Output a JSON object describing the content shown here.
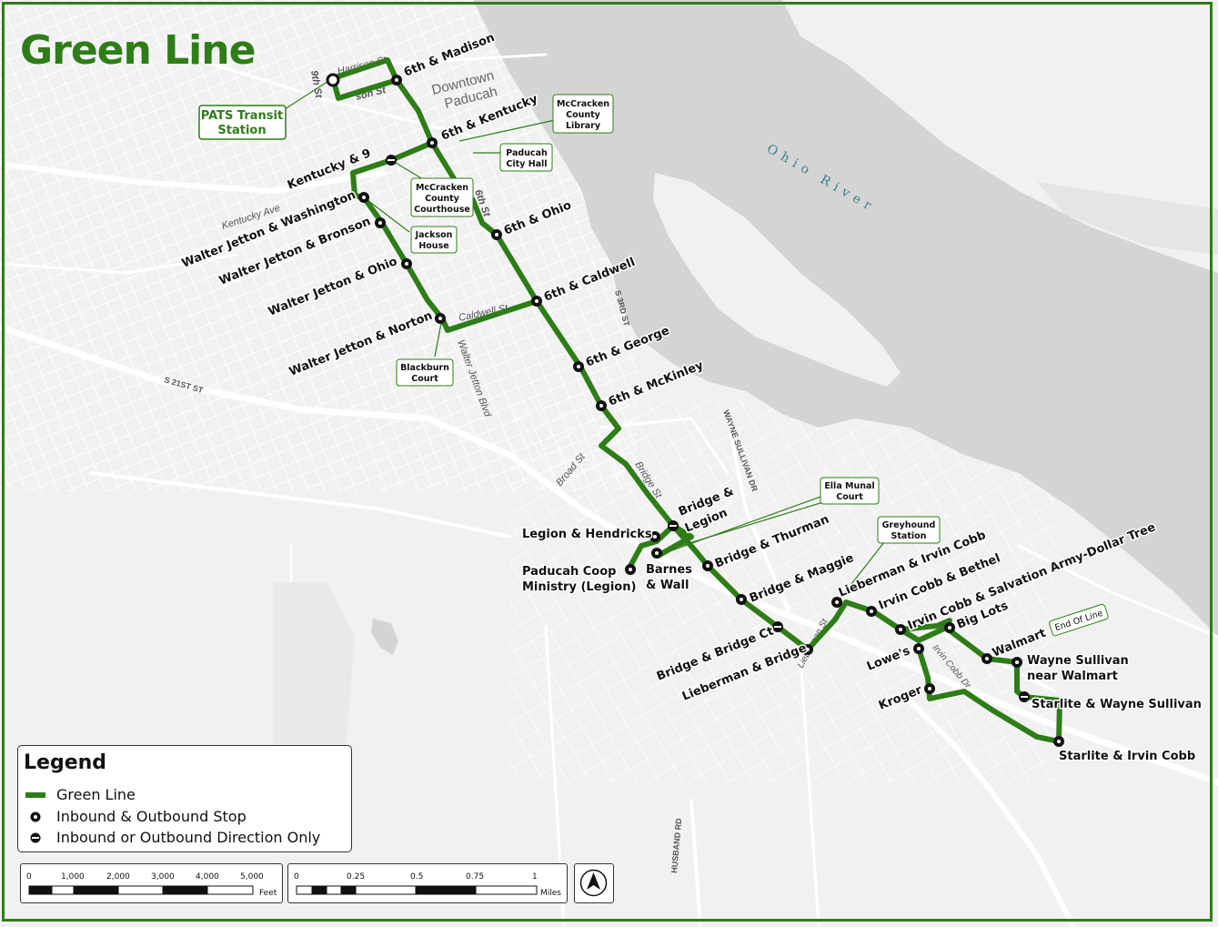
{
  "title": "Green Line",
  "colors": {
    "route": "#2e7d18",
    "river": "#d6d6d6",
    "land": "#f2f2f2",
    "road": "#ffffff",
    "label_text": "#111111"
  },
  "legend": {
    "title": "Legend",
    "items": [
      {
        "label": "Green Line",
        "symbol": "route-line"
      },
      {
        "label": "Inbound & Outbound Stop",
        "symbol": "two-way-stop"
      },
      {
        "label": "Inbound or Outbound Direction Only",
        "symbol": "one-way-stop"
      }
    ]
  },
  "scale_feet": {
    "ticks": [
      "0",
      "1,000",
      "2,000",
      "3,000",
      "4,000",
      "5,000"
    ],
    "unit": "Feet"
  },
  "scale_miles": {
    "ticks": [
      "0",
      "0.25",
      "0.5",
      "0.75",
      "1"
    ],
    "unit": "Miles"
  },
  "north_arrow": "north-arrow-icon",
  "river_label": "Ohio River",
  "area_label": [
    "Downtown",
    "Paducah"
  ],
  "street_labels": {
    "harrison": "Harrison St",
    "ninth": "9th St",
    "jefferson": "son St",
    "kentucky_ave": "Kentucky Ave",
    "sixth": "6th St",
    "caldwell": "Caldwell St",
    "walter_jetton": "Walter Jetton Blvd",
    "s21": "S 21ST ST",
    "s3rd": "S 3RD ST",
    "wayne_sullivan": "WAYNE SULLIVAN DR",
    "broad": "Broad St",
    "bridge": "Bridge St",
    "lieberman": "Lieberman St",
    "irvin_cobb": "Irvin Cobb Dr",
    "husband": "HUSBAND RD"
  },
  "stops": [
    {
      "label": "6th & Madison"
    },
    {
      "label": "6th & Kentucky"
    },
    {
      "label": "Kentucky & 9"
    },
    {
      "label": "Walter Jetton & Washington"
    },
    {
      "label": "Walter Jetton & Bronson"
    },
    {
      "label": "Walter Jetton & Ohio"
    },
    {
      "label": "Walter Jetton & Norton"
    },
    {
      "label": "6th & Ohio"
    },
    {
      "label": "6th & Caldwell"
    },
    {
      "label": "6th & George"
    },
    {
      "label": "6th & McKinley"
    },
    {
      "label": "Bridge &"
    },
    {
      "label": "Legion"
    },
    {
      "label": "Legion & Hendricks"
    },
    {
      "label": "Paducah Coop"
    },
    {
      "label": "Ministry (Legion)"
    },
    {
      "label": "Barnes"
    },
    {
      "label": "& Wall"
    },
    {
      "label": "Bridge & Thurman"
    },
    {
      "label": "Bridge & Maggie"
    },
    {
      "label": "Bridge & Bridge Ct"
    },
    {
      "label": "Lieberman & Bridge"
    },
    {
      "label": "Lieberman & Irvin Cobb"
    },
    {
      "label": "Irvin Cobb & Bethel"
    },
    {
      "label": "Irvin Cobb & Salvation Army-Dollar Tree"
    },
    {
      "label": "Big Lots"
    },
    {
      "label": "Walmart"
    },
    {
      "label": "Lowe's"
    },
    {
      "label": "Kroger"
    },
    {
      "label": "Wayne Sullivan"
    },
    {
      "label": "near Walmart"
    },
    {
      "label": "Starlite & Wayne Sullivan"
    },
    {
      "label": "Starlite & Irvin Cobb"
    }
  ],
  "callouts": {
    "pats": [
      "PATS Transit",
      "Station"
    ],
    "library": [
      "McCracken",
      "County",
      "Library"
    ],
    "city_hall": [
      "Paducah",
      "City Hall"
    ],
    "courthouse": [
      "McCracken",
      "County",
      "Courthouse"
    ],
    "jackson": [
      "Jackson",
      "House"
    ],
    "blackburn": [
      "Blackburn",
      "Court"
    ],
    "ella": [
      "Ella Munal",
      "Court"
    ],
    "greyhound": [
      "Greyhound",
      "Station"
    ],
    "end_of_line": "End Of Line"
  }
}
